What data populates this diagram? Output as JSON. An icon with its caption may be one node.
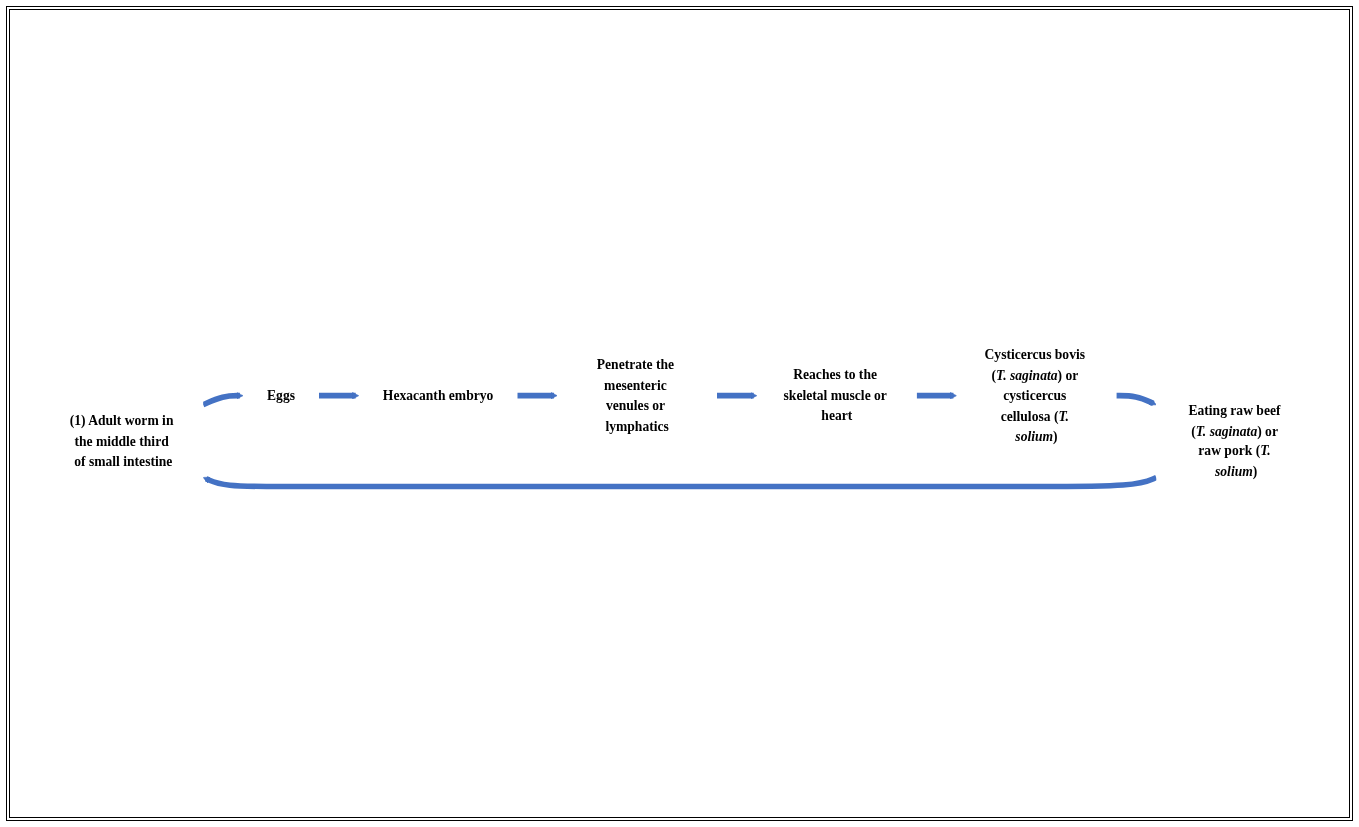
{
  "diagram": {
    "nodes": [
      {
        "text": [
          "(1) Adult worm in the middle third of small intestine"
        ]
      },
      {
        "text": [
          "Eggs"
        ]
      },
      {
        "text": [
          "Hexacanth embryo"
        ]
      },
      {
        "text": [
          "Penetrate the mesenteric venules or lymphatics"
        ]
      },
      {
        "text": [
          "Reaches to the skeletal muscle or heart"
        ]
      },
      {
        "text": [
          "Cysticercus bovis (*T. saginata*) or cysticercus cellulosa (*T. solium*)"
        ]
      },
      {
        "text": [
          "Eating raw beef (*T. saginata*) or raw pork (*T. solium*)"
        ]
      }
    ],
    "edges": [
      {
        "from": 0,
        "to": 1,
        "arrow": "to"
      },
      {
        "from": 1,
        "to": 2,
        "arrow": "to"
      },
      {
        "from": 2,
        "to": 3,
        "arrow": "to"
      },
      {
        "from": 3,
        "to": 4,
        "arrow": "to"
      },
      {
        "from": 4,
        "to": 5,
        "arrow": "to"
      },
      {
        "from": 5,
        "to": 6,
        "arrow": "to"
      },
      {
        "from": 6,
        "to": 0,
        "arrow": "to"
      }
    ]
  }
}
